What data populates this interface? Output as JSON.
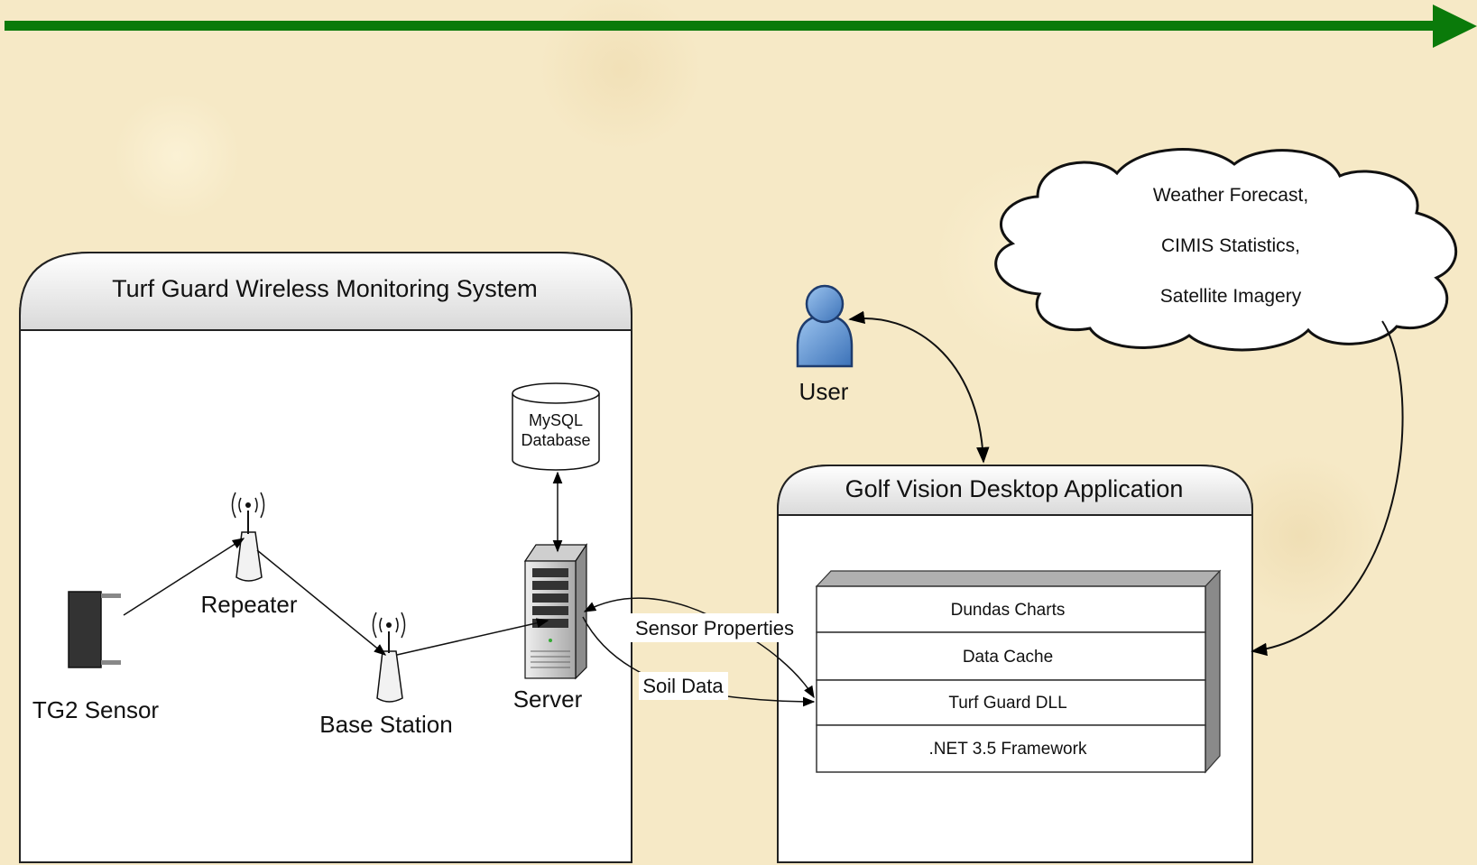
{
  "diagram": {
    "turf_guard": {
      "title": "Turf Guard Wireless Monitoring System",
      "tg2_sensor": "TG2 Sensor",
      "repeater": "Repeater",
      "base_station": "Base Station",
      "server": "Server",
      "database_line1": "MySQL",
      "database_line2": "Database"
    },
    "user": "User",
    "cloud": {
      "line1": "Weather Forecast,",
      "line2": "CIMIS Statistics,",
      "line3": "Satellite Imagery"
    },
    "flows": {
      "sensor_properties": "Sensor Properties",
      "soil_data": "Soil Data"
    },
    "golf_vision": {
      "title": "Golf Vision Desktop Application",
      "layers": [
        "Dundas Charts",
        "Data Cache",
        "Turf Guard DLL",
        ".NET 3.5 Framework"
      ]
    },
    "colors": {
      "timeline_arrow": "#0a7a0a",
      "user_icon": "#5b8fd0"
    }
  }
}
